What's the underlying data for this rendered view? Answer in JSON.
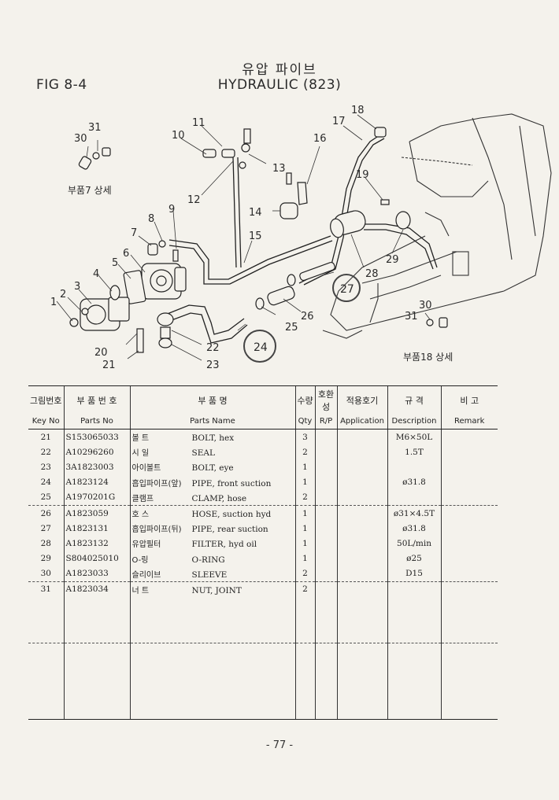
{
  "header": {
    "fig": "FIG 8-4",
    "title_kr": "유압 파이브",
    "title_en": "HYDRAULIC (823)"
  },
  "diagram": {
    "callouts": [
      "1",
      "2",
      "3",
      "4",
      "5",
      "6",
      "7",
      "8",
      "9",
      "10",
      "11",
      "12",
      "13",
      "14",
      "15",
      "16",
      "17",
      "18",
      "19",
      "20",
      "21",
      "22",
      "23",
      "24",
      "25",
      "26",
      "27",
      "28",
      "29",
      "30",
      "31"
    ],
    "detail_label_1": "부품7  상세",
    "detail_label_2": "부품18  상세",
    "callout_30": "30",
    "callout_31": "31"
  },
  "table": {
    "headers_kr": [
      "그림번호",
      "부 품 번 호",
      "부          품          명",
      "수량",
      "호환성",
      "적용호기",
      "규  격",
      "비 고"
    ],
    "headers_en": [
      "Key No",
      "Parts No",
      "Parts Name",
      "Qty",
      "R/P",
      "Application",
      "Description",
      "Remark"
    ],
    "rows": [
      {
        "key": "21",
        "part": "S153065033",
        "kr": "볼  트",
        "name": "BOLT, hex",
        "qty": "3",
        "desc": "M6×50L"
      },
      {
        "key": "22",
        "part": "A10296260",
        "kr": "시  일",
        "name": "SEAL",
        "qty": "2",
        "desc": "1.5T"
      },
      {
        "key": "23",
        "part": "3A1823003",
        "kr": "아이볼트",
        "name": "BOLT, eye",
        "qty": "1",
        "desc": ""
      },
      {
        "key": "24",
        "part": "A1823124",
        "kr": "흡입파이프(앞)",
        "name": "PIPE, front suction",
        "qty": "1",
        "desc": "ø31.8"
      },
      {
        "key": "25",
        "part": "A1970201G",
        "kr": "클램프",
        "name": "CLAMP, hose",
        "qty": "2",
        "desc": ""
      },
      {
        "key": "26",
        "part": "A1823059",
        "kr": "호  스",
        "name": "HOSE, suction hyd",
        "qty": "1",
        "desc": "ø31×4.5T"
      },
      {
        "key": "27",
        "part": "A1823131",
        "kr": "흡입파이프(뒤)",
        "name": "PIPE, rear suction",
        "qty": "1",
        "desc": "ø31.8"
      },
      {
        "key": "28",
        "part": "A1823132",
        "kr": "유압필터",
        "name": "FILTER, hyd oil",
        "qty": "1",
        "desc": "50L/min"
      },
      {
        "key": "29",
        "part": "S804025010",
        "kr": "O-링",
        "name": "O-RING",
        "qty": "1",
        "desc": "ø25"
      },
      {
        "key": "30",
        "part": "A1823033",
        "kr": "슬리이브",
        "name": "SLEEVE",
        "qty": "2",
        "desc": "D15"
      },
      {
        "key": "31",
        "part": "A1823034",
        "kr": "너  트",
        "name": "NUT, JOINT",
        "qty": "2",
        "desc": ""
      }
    ]
  },
  "footer": {
    "page": "- 77 -"
  }
}
